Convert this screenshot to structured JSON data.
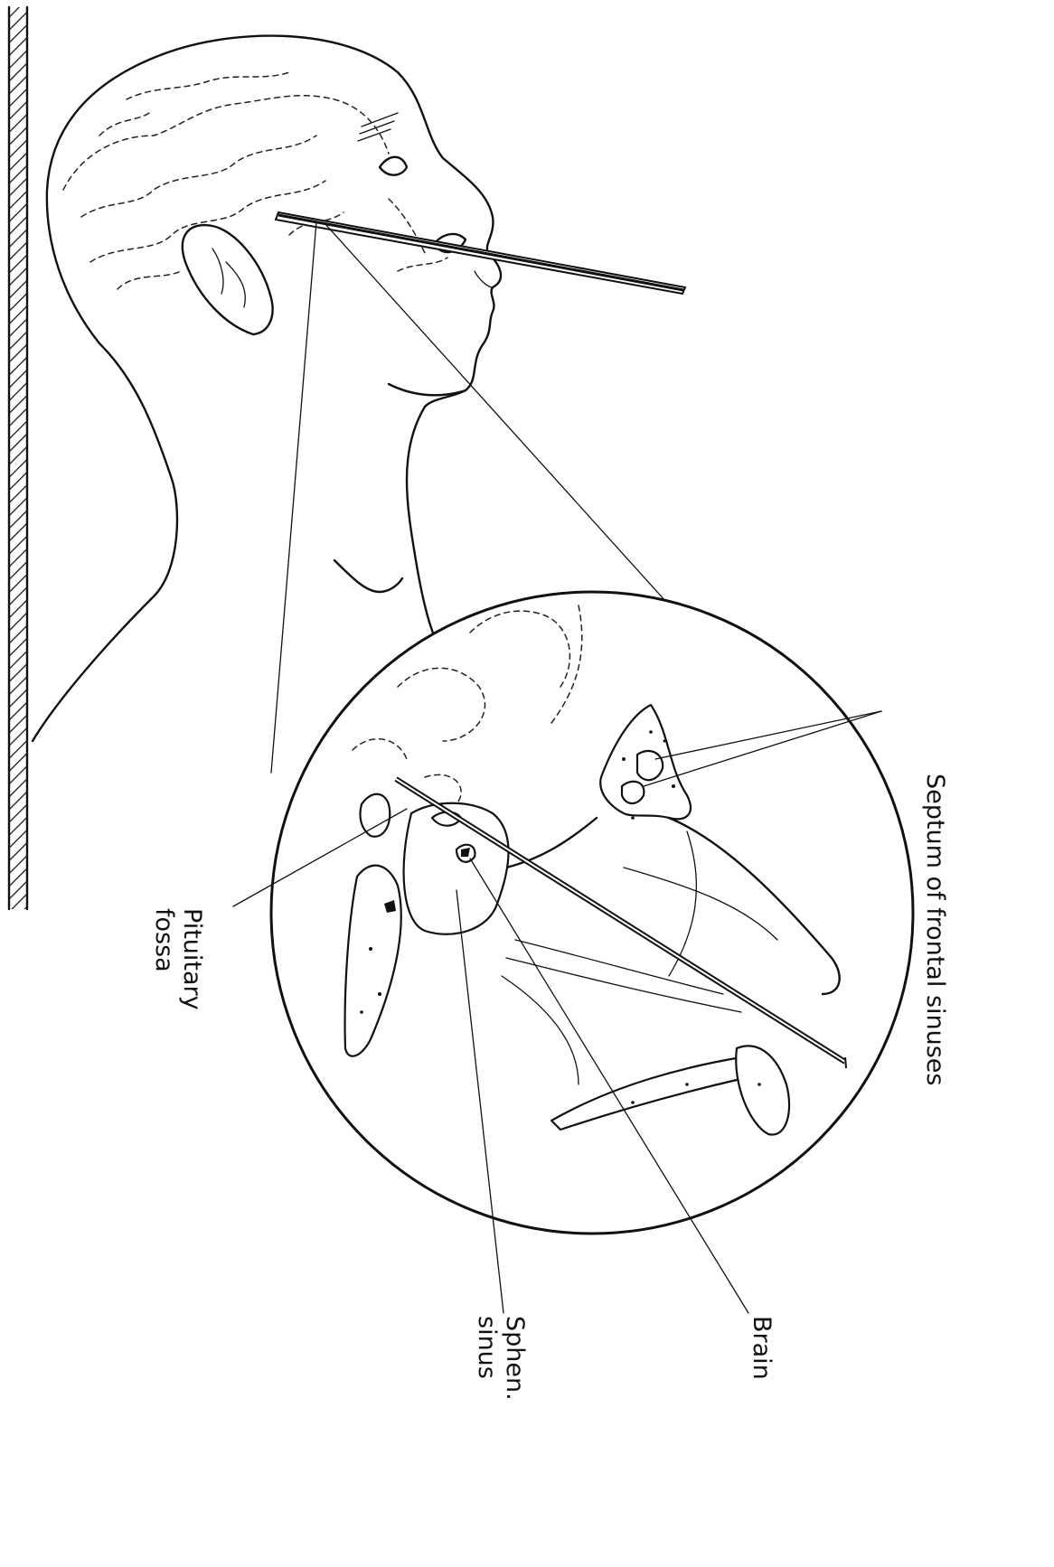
{
  "labels": {
    "septum": "Septum of frontal sinuses",
    "pituitary_line1": "Pituitary",
    "pituitary_line2": "fossa",
    "brain": "Brain",
    "sphen_line1": "Sphen.",
    "sphen_line2": "sinus"
  }
}
